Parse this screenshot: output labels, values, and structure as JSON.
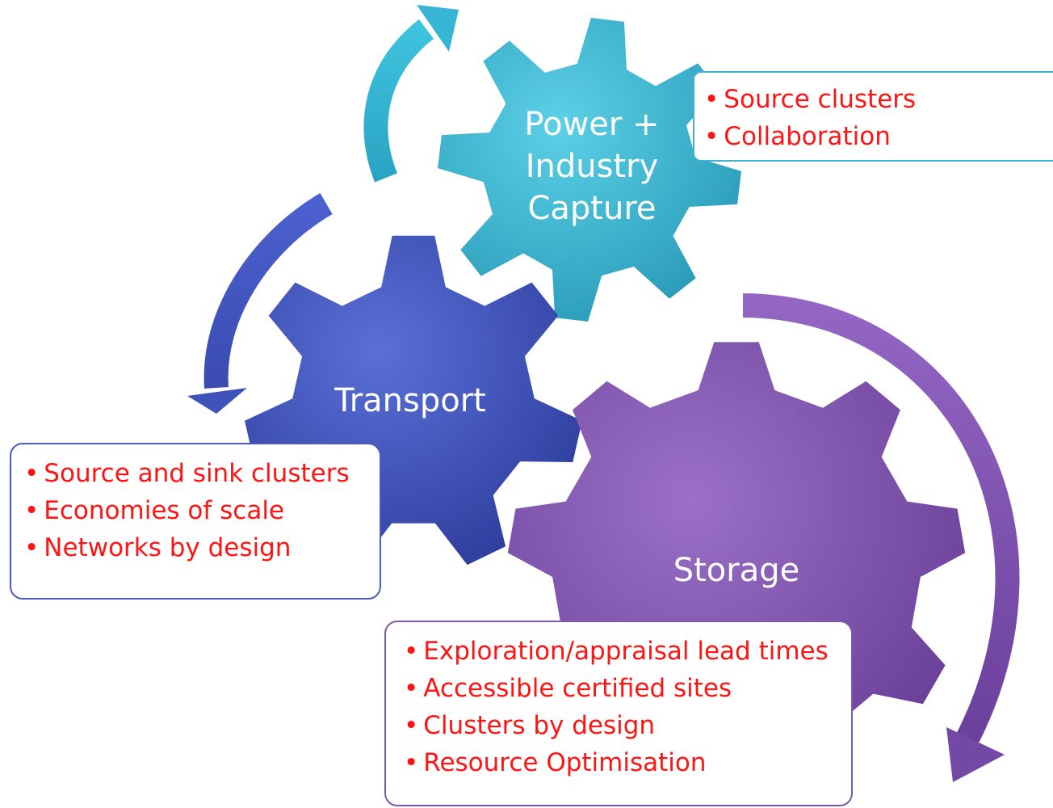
{
  "gears": {
    "power": {
      "label_lines": [
        "Power +",
        "Industry",
        "Capture"
      ],
      "color": "#31b3cf"
    },
    "transport": {
      "label": "Transport",
      "color": "#4156c0"
    },
    "storage": {
      "label": "Storage",
      "color": "#8153ad"
    }
  },
  "notes": {
    "power": [
      "Source clusters",
      "Collaboration"
    ],
    "transport": [
      "Source and sink clusters",
      "Economies of scale",
      "Networks by design"
    ],
    "storage": [
      "Exploration/appraisal lead times",
      "Accessible certified sites",
      "Clusters by design",
      "Resource Optimisation"
    ]
  },
  "text_color": "#ff1414"
}
